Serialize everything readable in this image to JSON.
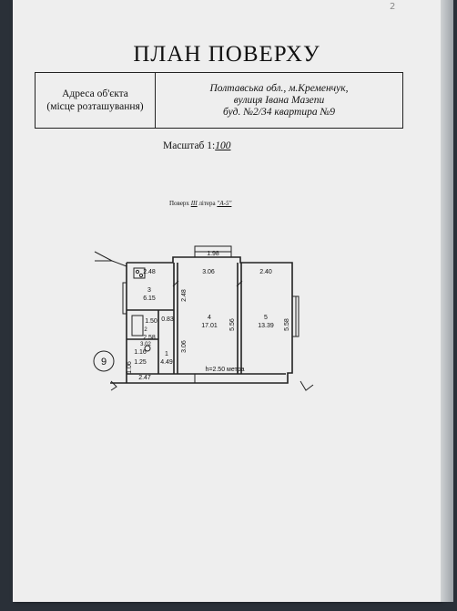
{
  "page_mark": "2",
  "title": "ПЛАН ПОВЕРХУ",
  "address": {
    "label_line1": "Адреса об'єкта",
    "label_line2": "(місце розташування)",
    "value_line1": "Полтавська обл., м.Кременчук,",
    "value_line2": "вулиця Івана Мазепи",
    "value_line3": "буд. №2/34 квартира №9"
  },
  "scale": {
    "label": "Масштаб 1:",
    "value": "100"
  },
  "floor": {
    "label": "Поверх",
    "floor": "III",
    "litera_label": "літера",
    "litera": "\"А-5\""
  },
  "plan": {
    "apartment_number": "9",
    "height_note": "h=2.50 метра",
    "dimensions": {
      "top_window": "1.98",
      "room3_width": "2.48",
      "room4_width": "3.06",
      "room5_width": "2.40",
      "room3_height": "2.48",
      "room4_height": "5.56",
      "room5_height": "5.58",
      "corridor_height": "3.06",
      "corridor_width": "0.83",
      "bath_width": "1.50",
      "bath_height": "2.58",
      "wc_width": "1.16",
      "hall_width": "1.25",
      "hall_height": "1.06",
      "bottom_width": "2.47"
    },
    "rooms": [
      {
        "num": "3",
        "area": "6.15"
      },
      {
        "num": "4",
        "area": "17.01"
      },
      {
        "num": "5",
        "area": "13.39"
      },
      {
        "num": "2",
        "area": "3.02"
      },
      {
        "num": "1",
        "area": "4.49"
      }
    ]
  }
}
